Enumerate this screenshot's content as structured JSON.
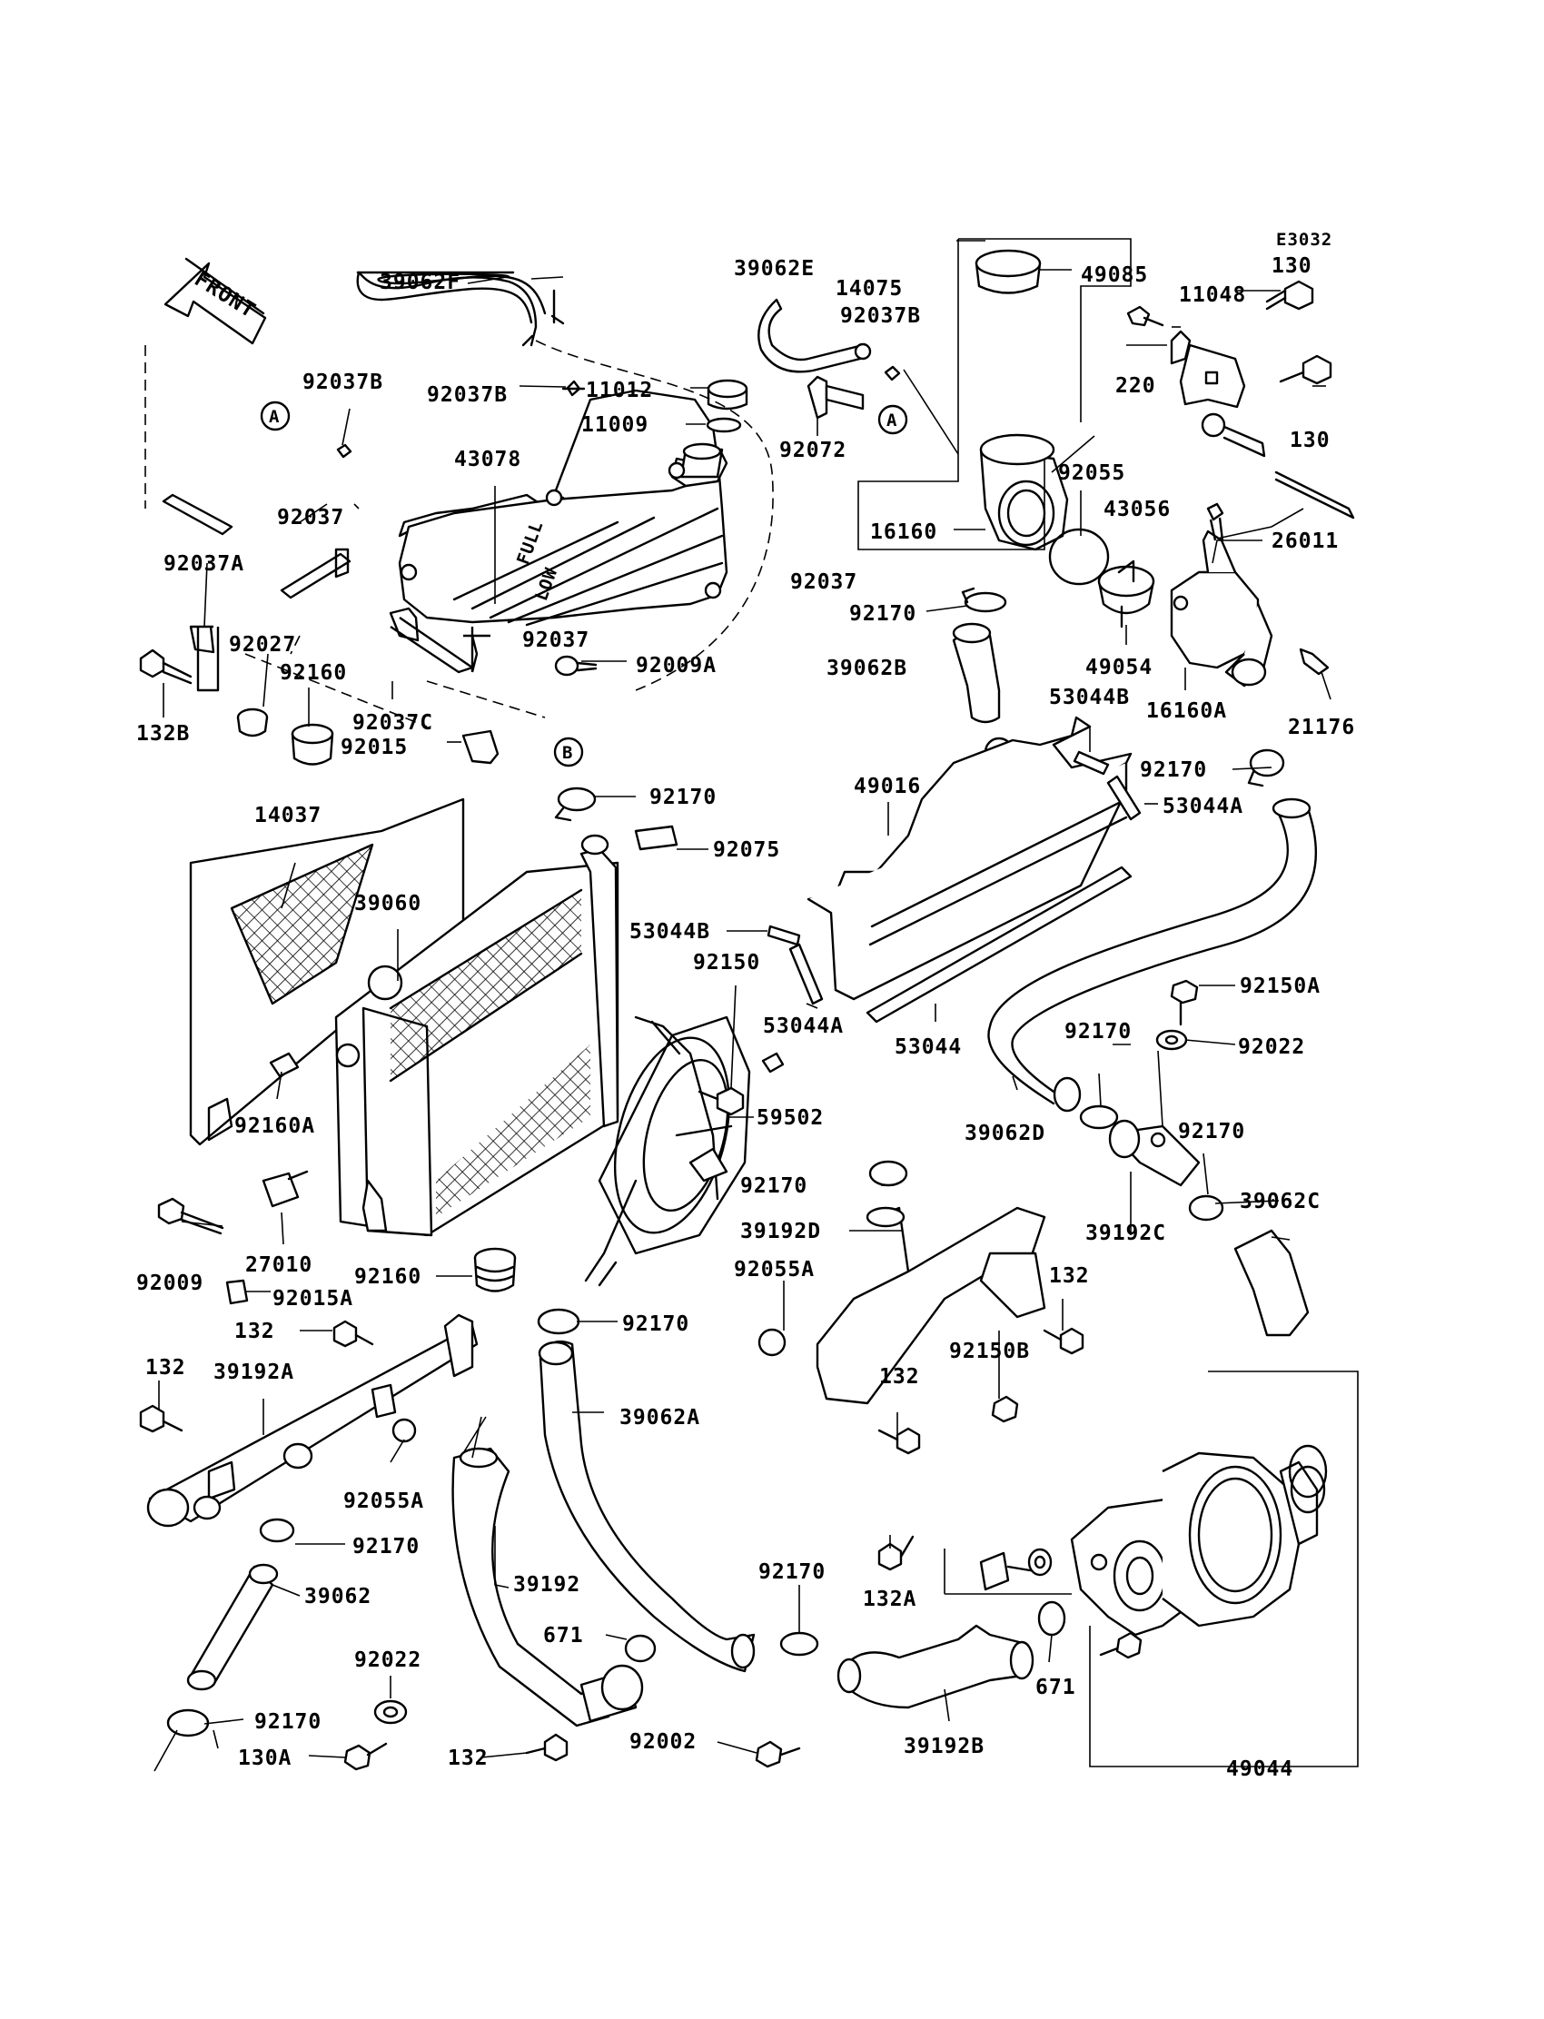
{
  "diagram_code": "E3032",
  "front_label": "FRONT",
  "markers": {
    "a": "A",
    "b": "B"
  },
  "reservoir_text": {
    "full": "FULL",
    "low": "LOW"
  },
  "labels": {
    "p39062F": "39062F",
    "p39062E": "39062E",
    "p14075": "14075",
    "p49085": "49085",
    "p11048": "11048",
    "p130a": "130",
    "p130b": "130",
    "p220": "220",
    "p92037B_a": "92037B",
    "p92037B_b": "92037B",
    "p92037B_c": "92037B",
    "p11012": "11012",
    "p11009": "11009",
    "p92072": "92072",
    "p43078": "43078",
    "p92055": "92055",
    "p43056": "43056",
    "p26011": "26011",
    "p16160": "16160",
    "p92037_a": "92037",
    "p92037_b": "92037",
    "p92037_c": "92037",
    "p92037A": "92037A",
    "p92027": "92027",
    "p92160_a": "92160",
    "p92009A": "92009A",
    "p92170_a": "92170",
    "p39062B": "39062B",
    "p49054": "49054",
    "p16160A": "16160A",
    "p21176": "21176",
    "p132B": "132B",
    "p92037C": "92037C",
    "p92015": "92015",
    "p53044B_a": "53044B",
    "p92170_b": "92170",
    "p53044A_a": "53044A",
    "p14037": "14037",
    "p92170_c": "92170",
    "p49016": "49016",
    "p92075": "92075",
    "p39060": "39060",
    "p53044B_b": "53044B",
    "p92150": "92150",
    "p92150A": "92150A",
    "p53044A_b": "53044A",
    "p53044": "53044",
    "p92170_d": "92170",
    "p92022_a": "92022",
    "p59502": "59502",
    "p92160A": "92160A",
    "p39062D": "39062D",
    "p92170_e": "92170",
    "p92170_f": "92170",
    "p39192D": "39192D",
    "p39192C": "39192C",
    "p39062C": "39062C",
    "p27010": "27010",
    "p92009": "92009",
    "p92160_b": "92160",
    "p92055A_a": "92055A",
    "p132_a": "132",
    "p92015A": "92015A",
    "p92170_g": "92170",
    "p132_b": "132",
    "p92150B": "92150B",
    "p132_c": "132",
    "p39192A": "39192A",
    "p132_d": "132",
    "p39062A": "39062A",
    "p92055A_b": "92055A",
    "p92170_h": "92170",
    "p39062": "39062",
    "p39192": "39192",
    "p92170_i": "92170",
    "p132A": "132A",
    "p671_a": "671",
    "p92022_b": "92022",
    "p671_b": "671",
    "p92170_j": "92170",
    "p130A": "130A",
    "p132_e": "132",
    "p92002": "92002",
    "p39192B": "39192B",
    "p49044": "49044"
  }
}
